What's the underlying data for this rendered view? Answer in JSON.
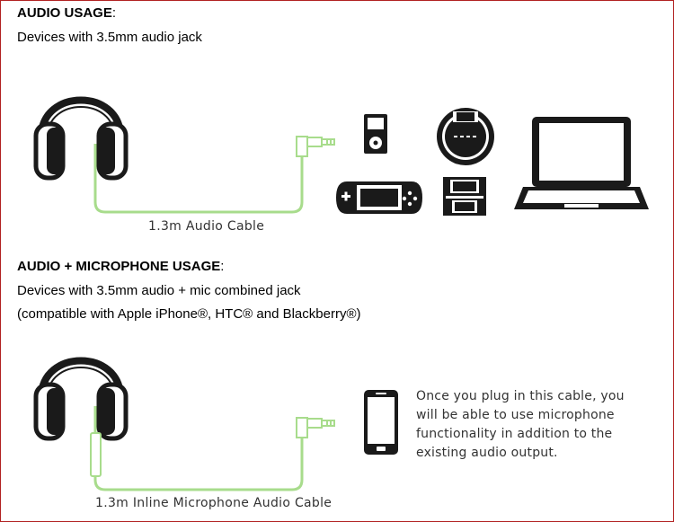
{
  "audio_section": {
    "heading": "AUDIO USAGE",
    "heading_suffix": ":",
    "description": "Devices with 3.5mm audio jack",
    "cable_label": "1.3m Audio Cable"
  },
  "mic_section": {
    "heading": "AUDIO + MICROPHONE USAGE",
    "heading_suffix": ":",
    "description_line1": "Devices with 3.5mm audio + mic combined jack",
    "description_line2": "(compatible with Apple iPhone®, HTC® and Blackberry®)",
    "cable_label": "1.3m Inline Microphone Audio Cable",
    "note_line1": "Once you plug in this cable, you",
    "note_line2": "will be able to use microphone",
    "note_line3": "functionality in addition to the",
    "note_line4": "existing audio output."
  },
  "colors": {
    "cable": "#a8dc8c",
    "border": "#b22222",
    "device": "#1a1a1a"
  }
}
